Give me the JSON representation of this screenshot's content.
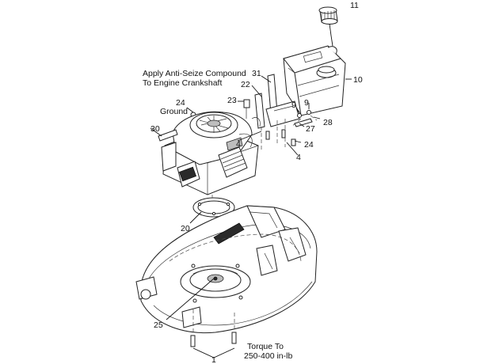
{
  "notes": {
    "anti_seize_line1": "Apply Anti-Seize Compound",
    "anti_seize_line2": "To Engine Crankshaft",
    "ground": "Ground",
    "torque_line1": "Torque To",
    "torque_line2": "250-400 in-lb"
  },
  "callouts": {
    "c11": "11",
    "c10": "10",
    "c31": "31",
    "c22": "22",
    "c23": "23",
    "c24a": "24",
    "c9a": "9",
    "c9b": "9",
    "c27": "27",
    "c28": "28",
    "c30": "30",
    "c4a": "4",
    "c24b": "24",
    "c4b": "4",
    "c20": "20",
    "c25": "25",
    "c1": "1"
  }
}
